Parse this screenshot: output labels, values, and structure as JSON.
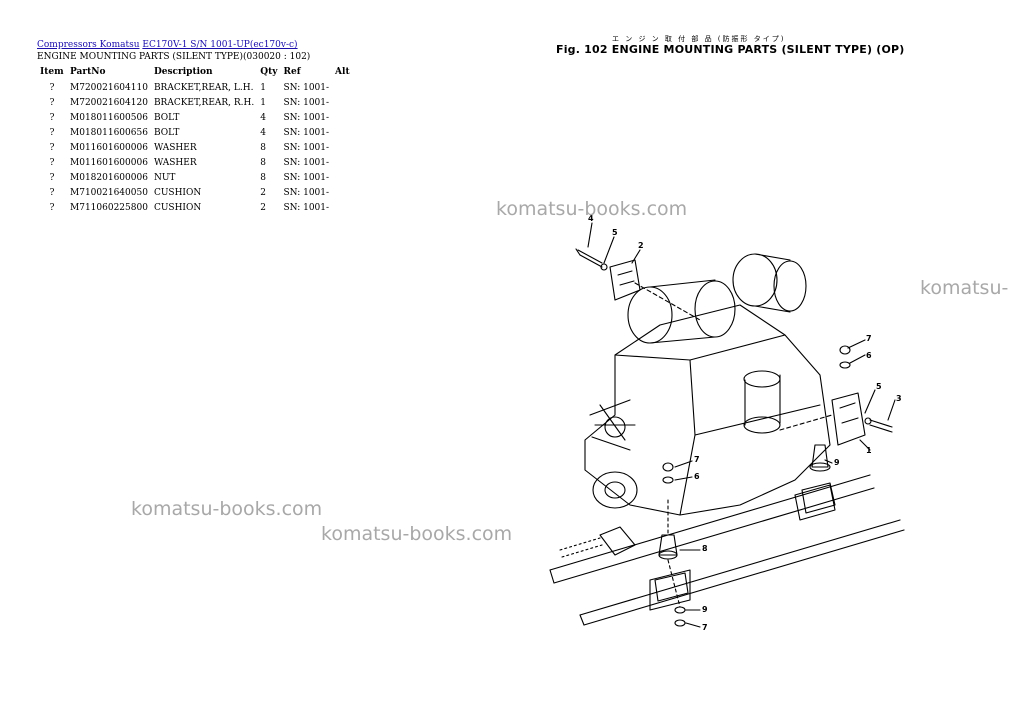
{
  "breadcrumb": {
    "link1": "Compressors Komatsu",
    "link2": "EC170V-1 S/N 1001-UP(ec170v-c)"
  },
  "section_title": "ENGINE MOUNTING PARTS (SILENT TYPE)(030020 : 102)",
  "table": {
    "headers": {
      "item": "Item",
      "partno": "PartNo",
      "description": "Description",
      "qty": "Qty",
      "ref": "Ref",
      "alt": "Alt"
    },
    "rows": [
      {
        "item": "?",
        "partno": "M720021604110",
        "description": "BRACKET,REAR, L.H.",
        "qty": "1",
        "ref": "SN: 1001-",
        "alt": ""
      },
      {
        "item": "?",
        "partno": "M720021604120",
        "description": "BRACKET,REAR, R.H.",
        "qty": "1",
        "ref": "SN: 1001-",
        "alt": ""
      },
      {
        "item": "?",
        "partno": "M018011600506",
        "description": "BOLT",
        "qty": "4",
        "ref": "SN: 1001-",
        "alt": ""
      },
      {
        "item": "?",
        "partno": "M018011600656",
        "description": "BOLT",
        "qty": "4",
        "ref": "SN: 1001-",
        "alt": ""
      },
      {
        "item": "?",
        "partno": "M011601600006",
        "description": "WASHER",
        "qty": "8",
        "ref": "SN: 1001-",
        "alt": ""
      },
      {
        "item": "?",
        "partno": "M011601600006",
        "description": "WASHER",
        "qty": "8",
        "ref": "SN: 1001-",
        "alt": ""
      },
      {
        "item": "?",
        "partno": "M018201600006",
        "description": "NUT",
        "qty": "8",
        "ref": "SN: 1001-",
        "alt": ""
      },
      {
        "item": "?",
        "partno": "M710021640050",
        "description": "CUSHION",
        "qty": "2",
        "ref": "SN: 1001-",
        "alt": ""
      },
      {
        "item": "?",
        "partno": "M711060225800",
        "description": "CUSHION",
        "qty": "2",
        "ref": "SN: 1001-",
        "alt": ""
      }
    ]
  },
  "watermarks": [
    "komatsu-books.com",
    "komatsu-",
    "komatsu-books.com",
    "komatsu-books.com"
  ],
  "figure": {
    "japanese_caption": "エ ン ジ ン  取 付 部 品  (防振形 タイプ)",
    "caption": "Fig. 102  ENGINE MOUNTING PARTS (SILENT TYPE) (OP)",
    "callouts": [
      "4",
      "5",
      "2",
      "7",
      "6",
      "5",
      "3",
      "1",
      "9",
      "7",
      "6",
      "8",
      "9",
      "7"
    ]
  },
  "colors": {
    "link": "#1a0dab",
    "watermark": "#9a9a9a",
    "line_art": "#000000"
  }
}
